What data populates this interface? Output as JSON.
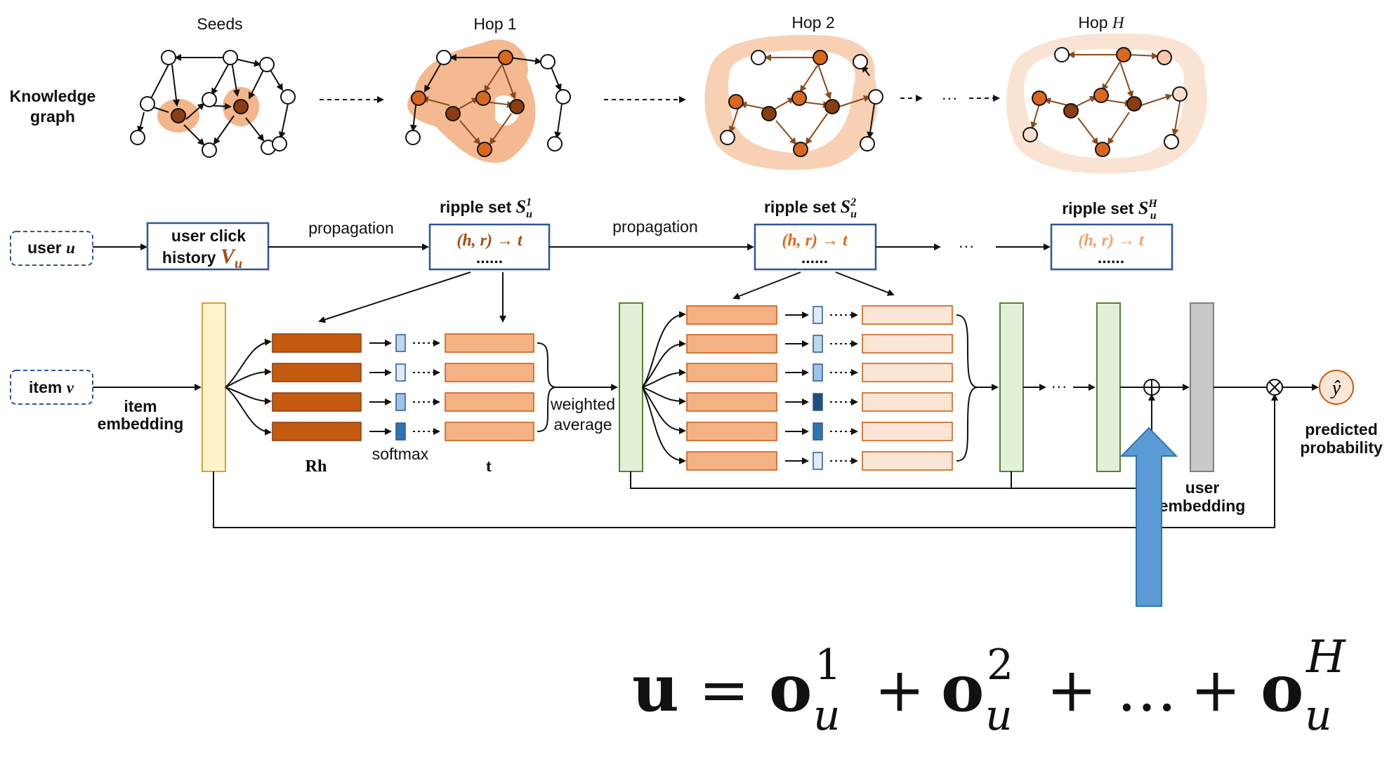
{
  "headers": {
    "seeds": "Seeds",
    "hop1": "Hop 1",
    "hop2": "Hop 2",
    "hopH_prefix": "Hop ",
    "hopH_var": "H"
  },
  "labels": {
    "knowledge_graph_line1": "Knowledge",
    "knowledge_graph_line2": "graph",
    "propagation": "propagation",
    "ripple_set": "ripple set",
    "user": "user",
    "user_var": "u",
    "user_click_line1": "user click",
    "user_click_line2": "history",
    "item": "item",
    "item_var": "v",
    "item_embedding_line1": "item",
    "item_embedding_line2": "embedding",
    "rh": "Rh",
    "softmax": "softmax",
    "t": "t",
    "weighted_line1": "weighted",
    "weighted_line2": "average",
    "user_embedding_line1": "user",
    "user_embedding_line2": "embedding",
    "predicted_line1": "predicted",
    "predicted_line2": "probability",
    "ellipsis": "···",
    "ellipsis_text": "......",
    "triple": "(h, r) → t",
    "y_hat": "ŷ",
    "ripple_subscript": "u",
    "ripple_sup_1": "1",
    "ripple_sup_2": "2",
    "ripple_sup_h": "H"
  },
  "formula": {
    "lhs": "u",
    "equals": "=",
    "o": "o",
    "sub": "u",
    "sup1": "1",
    "sup2": "2",
    "supH": "H",
    "plus": "+",
    "dots": "…"
  },
  "colors": {
    "dark_brown": "#a44f14",
    "orange": "#d9681e",
    "light_orange": "#f0a26b",
    "pale_orange": "#fbe0cf",
    "cream": "#fff3cc",
    "green": "#e2f0d9",
    "gray": "#c8c8c8",
    "blue_arrow": "#5b9bd5"
  }
}
